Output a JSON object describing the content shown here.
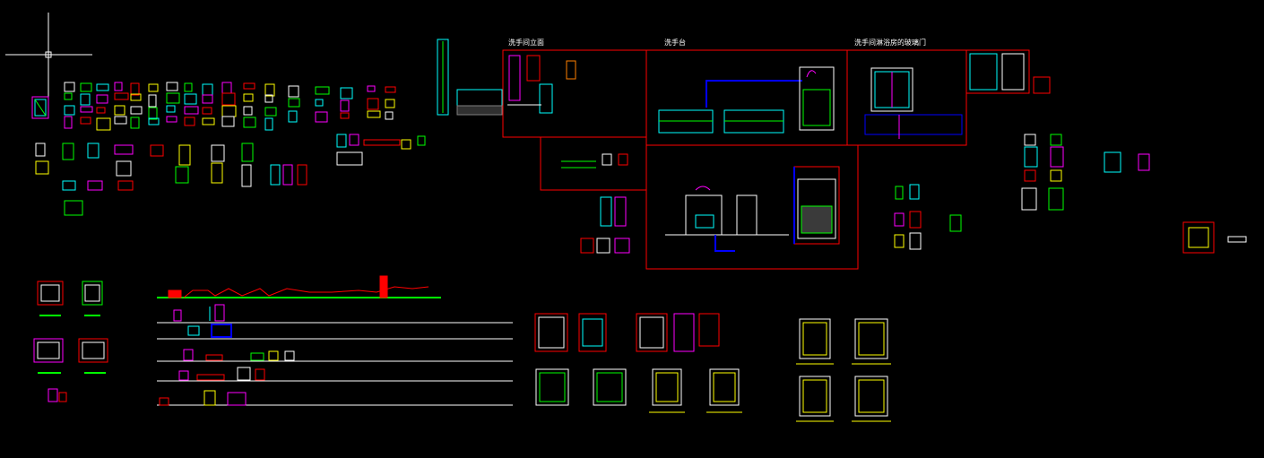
{
  "canvas": {
    "background": "#000000",
    "colors": {
      "red": "#ff0000",
      "green": "#00ff00",
      "cyan": "#00ffff",
      "blue": "#0000ff",
      "magenta": "#ff00ff",
      "yellow": "#ffff00",
      "white": "#ffffff",
      "orange": "#ff7f00"
    }
  },
  "crosshair": {
    "icon": "cad-crosshair-cursor-icon"
  },
  "labels": {
    "washroom_elevation": "洗手间立面",
    "wash_basin": "洗手台",
    "washroom_shower_glass_door": "洗手间淋浴房的玻璃门"
  }
}
